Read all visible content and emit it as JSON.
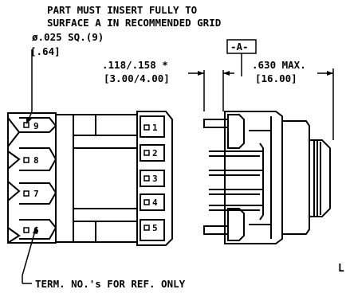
{
  "notes": {
    "insert_line1": "PART MUST INSERT FULLY TO",
    "insert_line2": "SURFACE A IN RECOMMENDED GRID",
    "pin_size": "ø.025 SQ.(9)",
    "pin_size_metric": "[.64]",
    "term_note": "TERM. NO.'s FOR REF. ONLY"
  },
  "dimensions": {
    "standoff": ".118/.158 *",
    "standoff_metric": "[3.00/4.00]",
    "height": ".630 MAX.",
    "height_metric": "[16.00]"
  },
  "datum": {
    "label": "-A-"
  },
  "terminals": {
    "left": [
      "9",
      "8",
      "7",
      "6"
    ],
    "right": [
      "1",
      "2",
      "3",
      "4",
      "5"
    ]
  },
  "view_label": "L",
  "colors": {
    "ink": "#000000",
    "paper": "#ffffff"
  }
}
